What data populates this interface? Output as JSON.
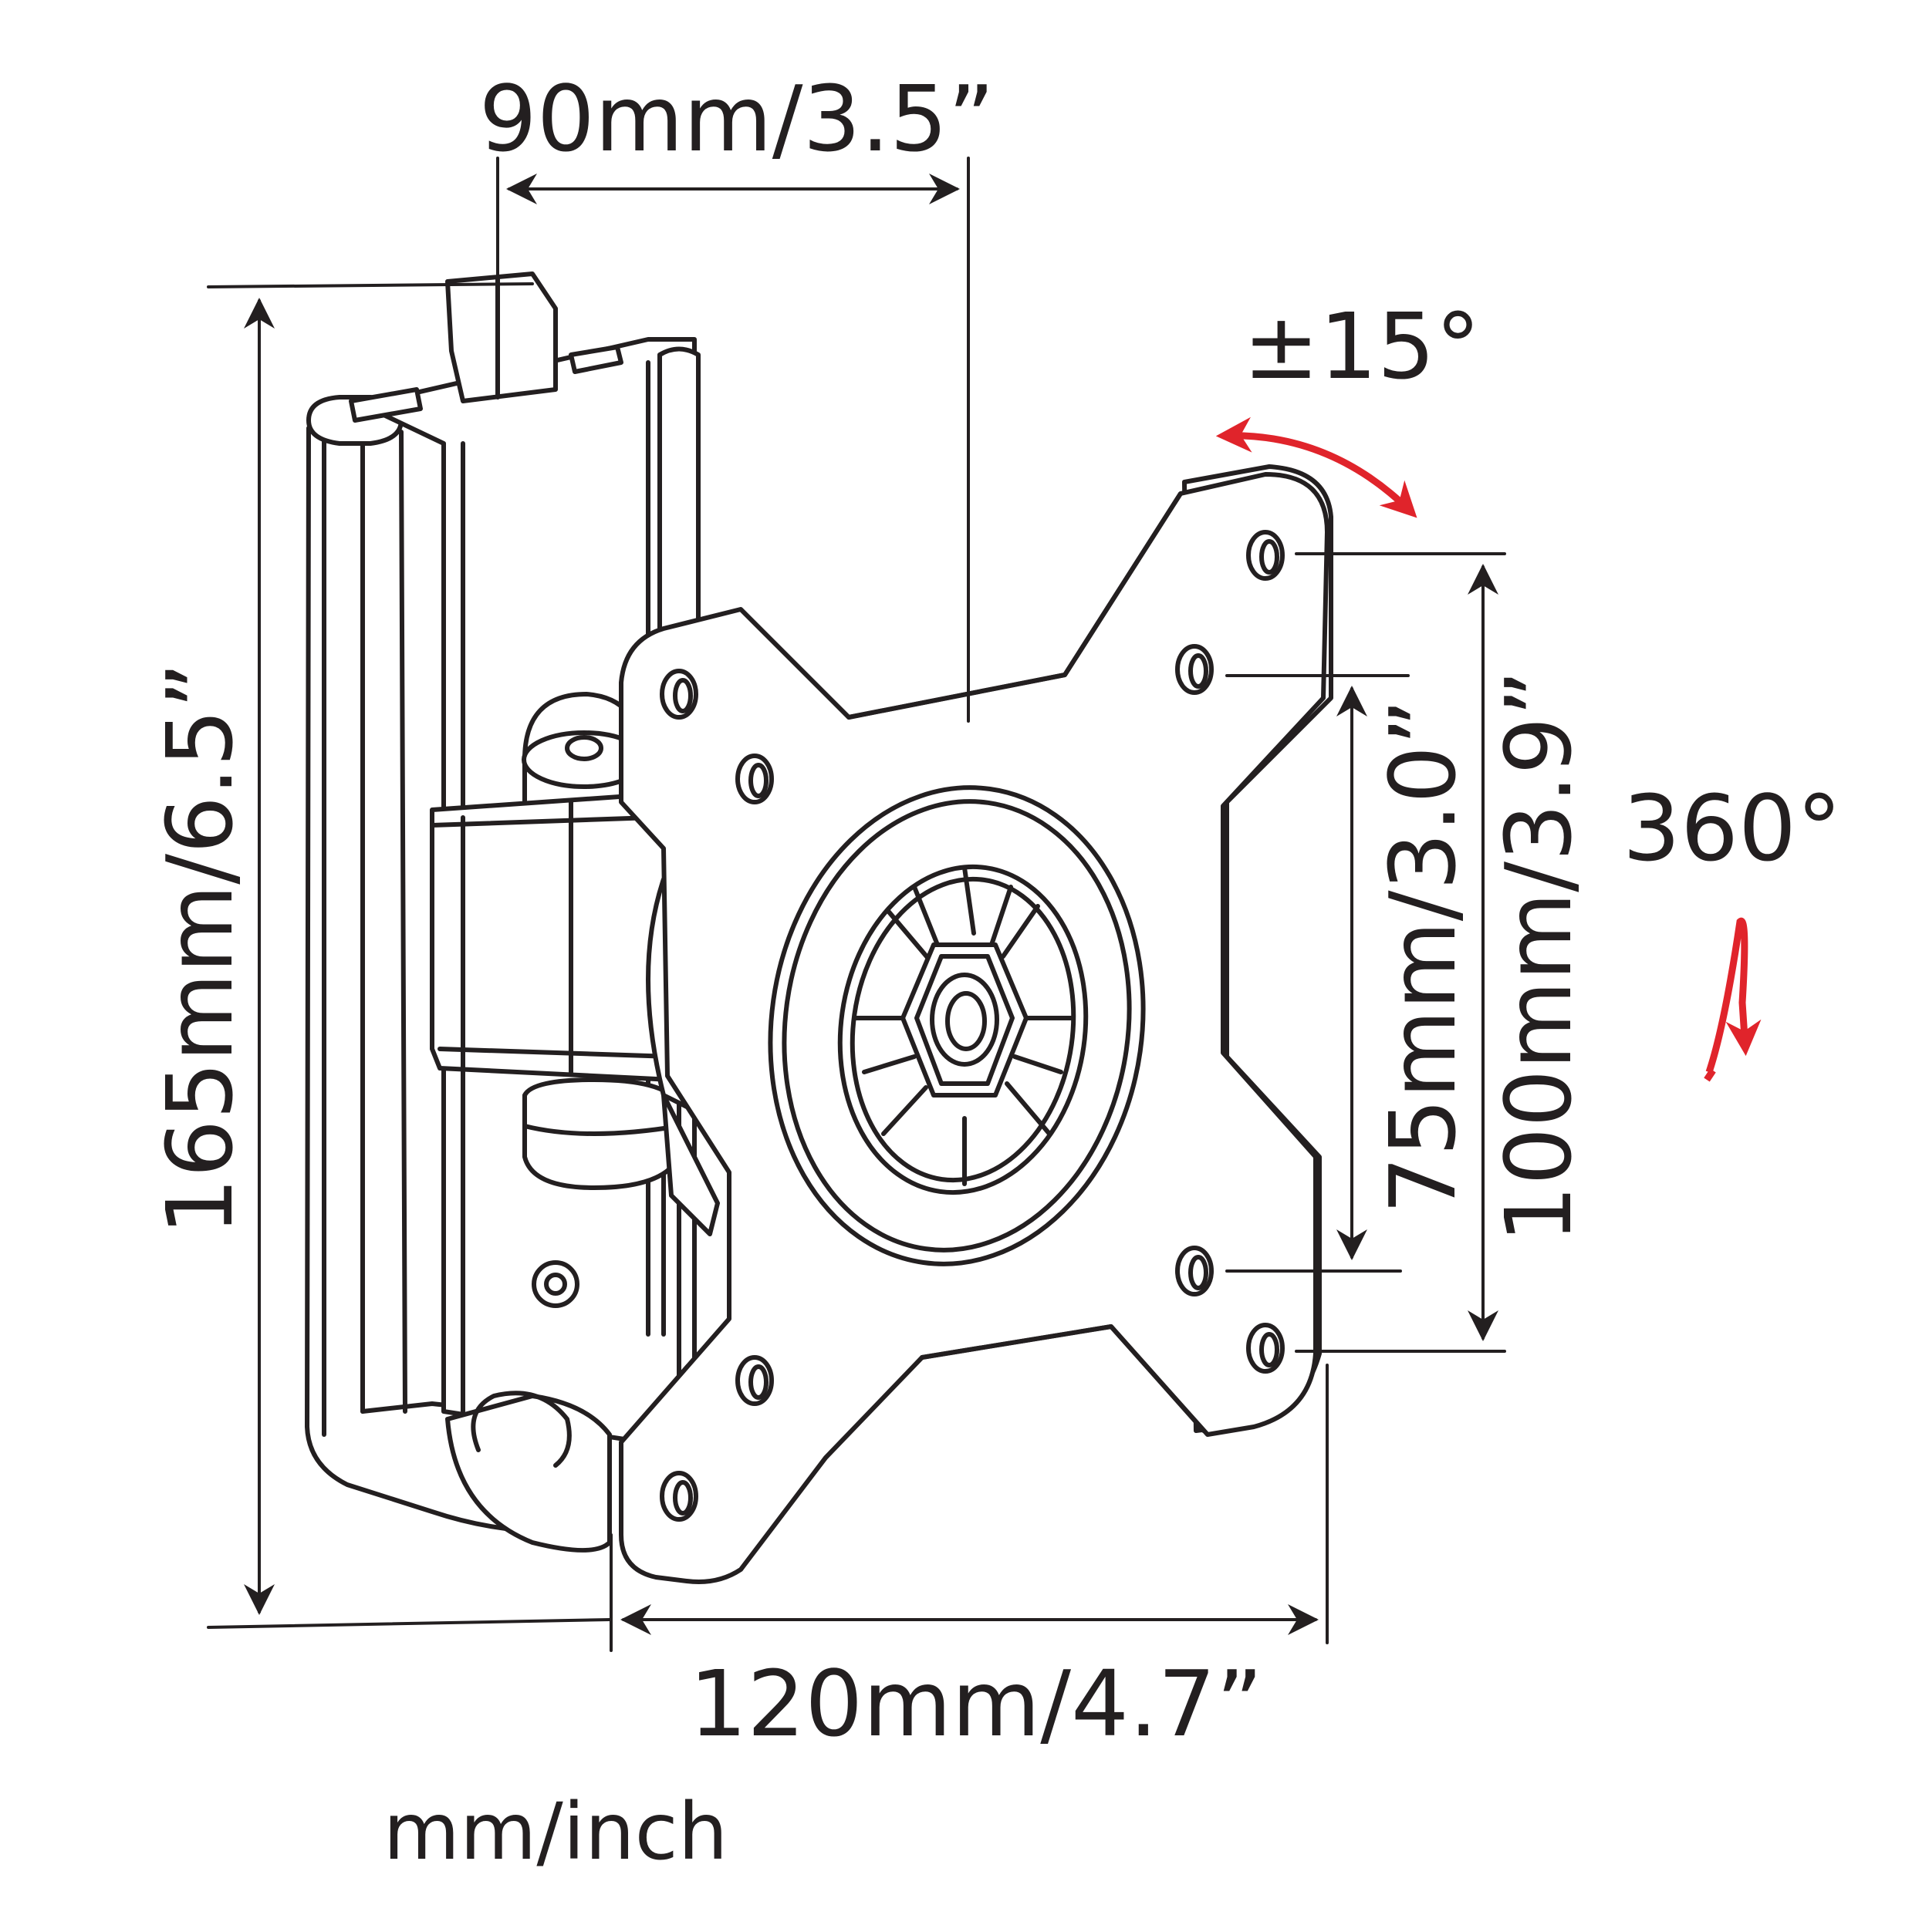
{
  "dimensions": {
    "top_width": "90mm/3.5”",
    "height": "165mm/6.5”",
    "bottom_width": "120mm/4.7”",
    "vesa_75": "75mm/3.0”",
    "vesa_100": "100mm/3.9”"
  },
  "angles": {
    "tilt": "±15°",
    "rotation": "360°"
  },
  "units_note": "mm/inch",
  "colors": {
    "line": "#231f20",
    "arrow": "#e0242b"
  }
}
